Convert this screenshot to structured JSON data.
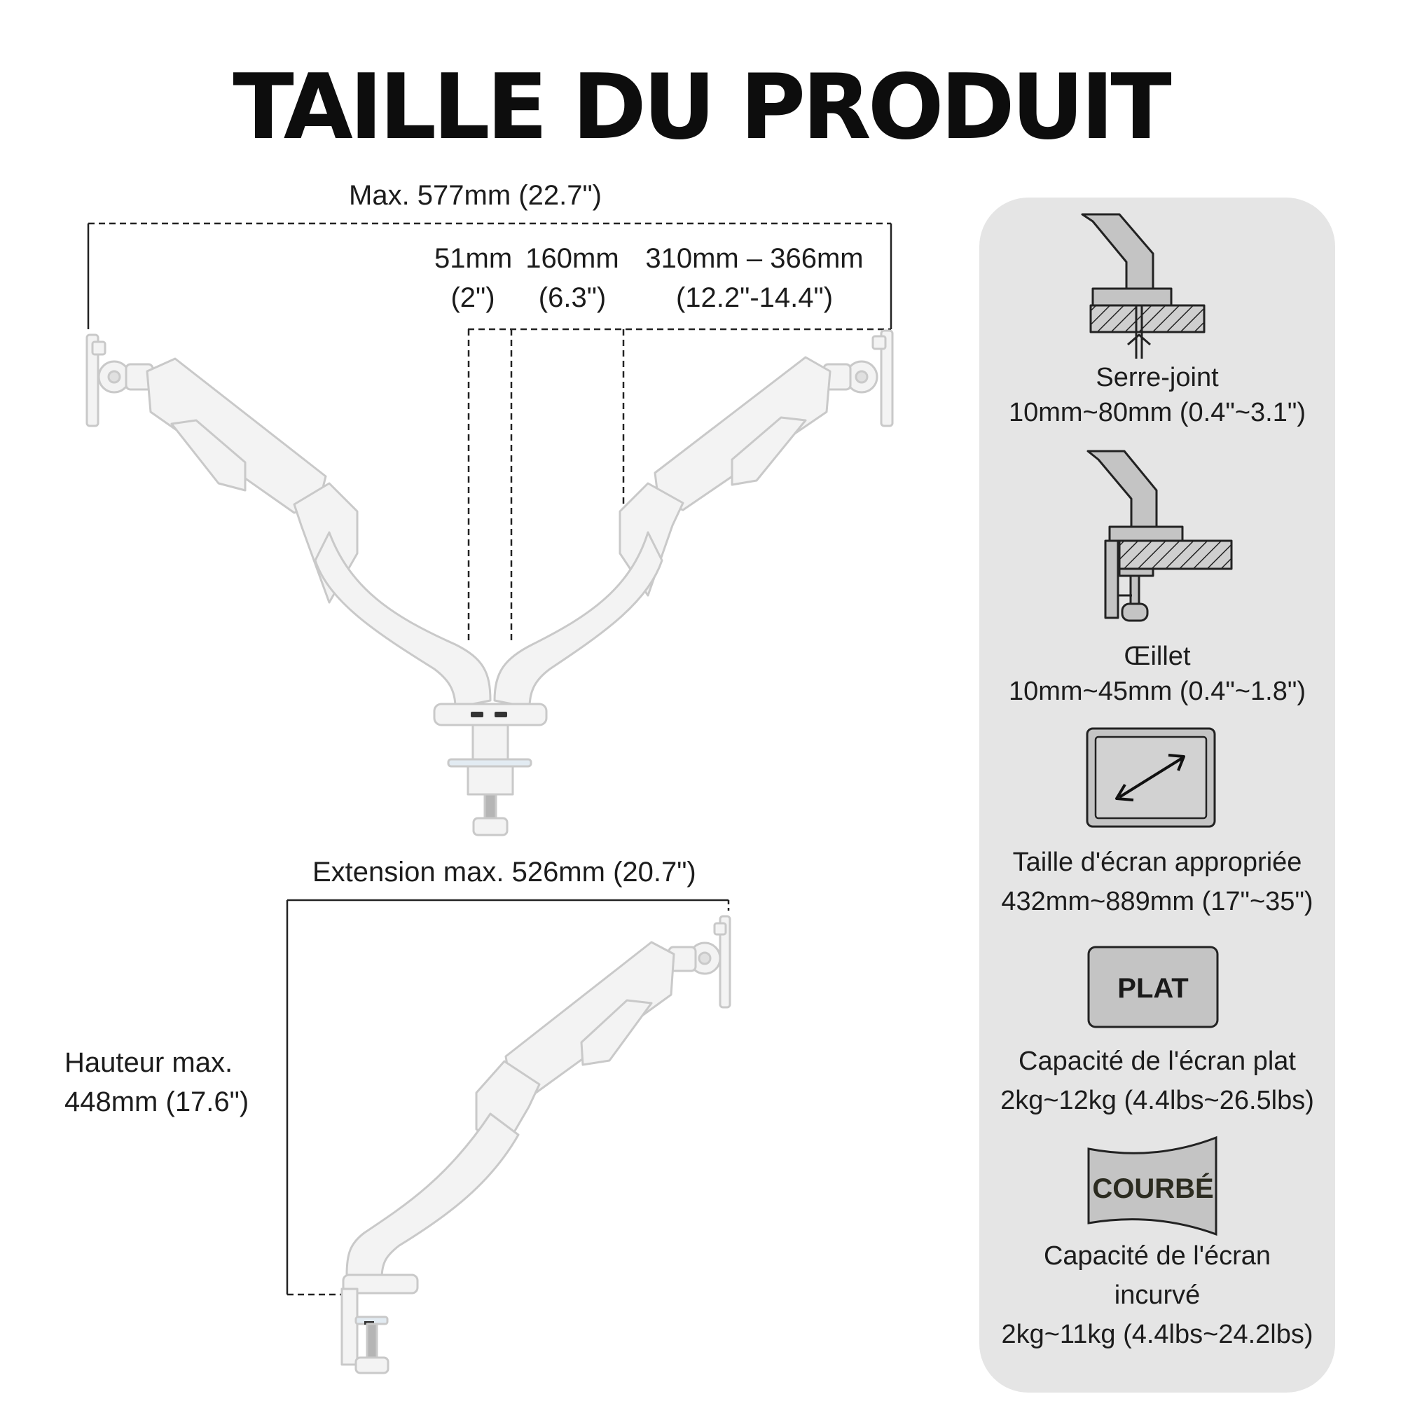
{
  "title": "TAILLE DU PRODUIT",
  "dimensions": {
    "max_width": "Max. 577mm (22.7\")",
    "d51_mm": "51mm",
    "d51_in": "(2\")",
    "d160_mm": "160mm",
    "d160_in": "(6.3\")",
    "arm_mm": "310mm – 366mm",
    "arm_in": "(12.2\"-14.4\")",
    "extension": "Extension max. 526mm (20.7\")",
    "height_line1": "Hauteur max.",
    "height_line2": "448mm (17.6\")"
  },
  "specs": {
    "clamp": {
      "label": "Serre-joint",
      "value": "10mm~80mm (0.4\"~3.1\")",
      "icon": "desk-clamp-icon"
    },
    "grommet": {
      "label": "Œillet",
      "value": "10mm~45mm (0.4\"~1.8\")",
      "icon": "grommet-mount-icon"
    },
    "screen_size": {
      "label": "Taille d'écran appropriée",
      "value": "432mm~889mm (17\"~35\")",
      "icon": "screen-diagonal-icon"
    },
    "flat": {
      "badge": "PLAT",
      "label": "Capacité de l'écran plat",
      "value": "2kg~12kg (4.4lbs~26.5lbs)"
    },
    "curved": {
      "badge": "COURBÉ",
      "label_line1": "Capacité de l'écran",
      "label_line2": "incurvé",
      "value": "2kg~11kg (4.4lbs~24.2lbs)"
    }
  },
  "colors": {
    "panel_bg": "#e5e5e5",
    "icon_fill": "#c4c4c4",
    "arm_white": "#f3f3f3",
    "arm_outline": "#c9c9c9",
    "dim_line": "#222222"
  }
}
